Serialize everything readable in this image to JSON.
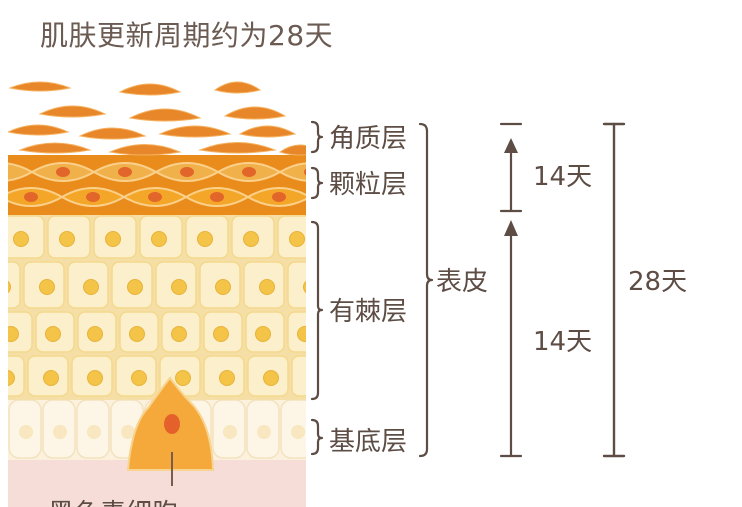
{
  "title": "肌肤更新周期约为28天",
  "layers": {
    "stratum_corneum": "角质层",
    "stratum_granulosum": "颗粒层",
    "stratum_spinosum": "有棘层",
    "stratum_basale": "基底层"
  },
  "group_label": "表皮",
  "durations": {
    "upper": "14天",
    "lower": "14天",
    "total": "28天"
  },
  "cell_label": "黑色素细胞",
  "colors": {
    "bracket": "#5d4d45",
    "cornified": "#e8902e",
    "granular": "#f0a623",
    "spinous_fill": "#fbeec8",
    "nucleus": "#f1c34a",
    "basal_fill": "#fdf5e4",
    "dermis": "#f6dcd6",
    "melanocyte": "#f2a53a",
    "melanocyte_nucleus": "#e2622c"
  }
}
